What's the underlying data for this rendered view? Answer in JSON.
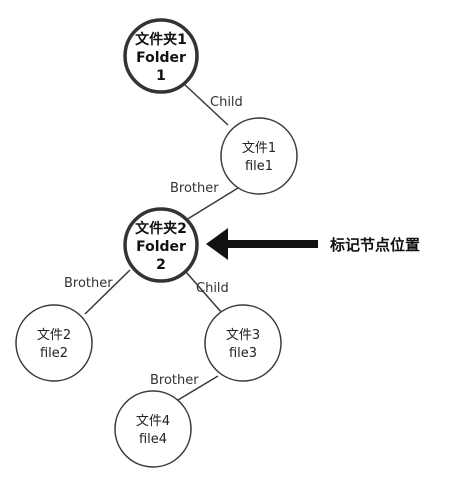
{
  "nodes": {
    "folder1": {
      "line1": "文件夹1",
      "line2": "Folder",
      "line3": "1"
    },
    "file1": {
      "line1": "文件1",
      "line2": "file1"
    },
    "folder2": {
      "line1": "文件夹2",
      "line2": "Folder",
      "line3": "2"
    },
    "file2": {
      "line1": "文件2",
      "line2": "file2"
    },
    "file3": {
      "line1": "文件3",
      "line2": "file3"
    },
    "file4": {
      "line1": "文件4",
      "line2": "file4"
    }
  },
  "edges": {
    "folder1_file1": "Child",
    "file1_folder2": "Brother",
    "folder2_file2": "Brother",
    "folder2_file3": "Child",
    "file3_file4": "Brother"
  },
  "marker": {
    "label": "标记节点位置"
  },
  "colors": {
    "stroke": "#3a3a3a",
    "text": "#222222",
    "background": "#ffffff"
  }
}
